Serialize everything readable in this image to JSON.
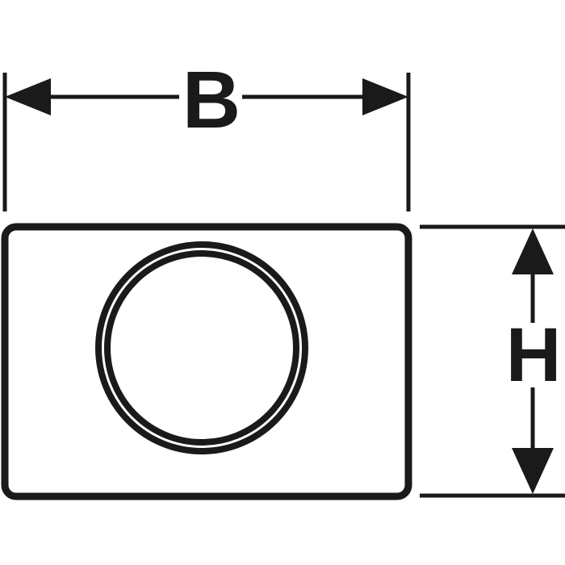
{
  "drawing": {
    "title": "Flush plate dimension drawing",
    "background_color": "#ffffff",
    "line_color": "#1a1a1a",
    "dimensions": {
      "width": {
        "label": "B",
        "name": "width-dimension",
        "orientation": "horizontal",
        "arrow_left": "arrow-left-icon",
        "arrow_right": "arrow-right-icon"
      },
      "height": {
        "label": "H",
        "name": "height-dimension",
        "orientation": "vertical",
        "arrow_up": "arrow-up-icon",
        "arrow_down": "arrow-down-icon"
      }
    },
    "parts": {
      "plate": {
        "name": "flush-plate-outline",
        "shape": "rounded-rectangle"
      },
      "button": {
        "name": "round-actuator-button",
        "shape": "double-circle"
      }
    }
  }
}
